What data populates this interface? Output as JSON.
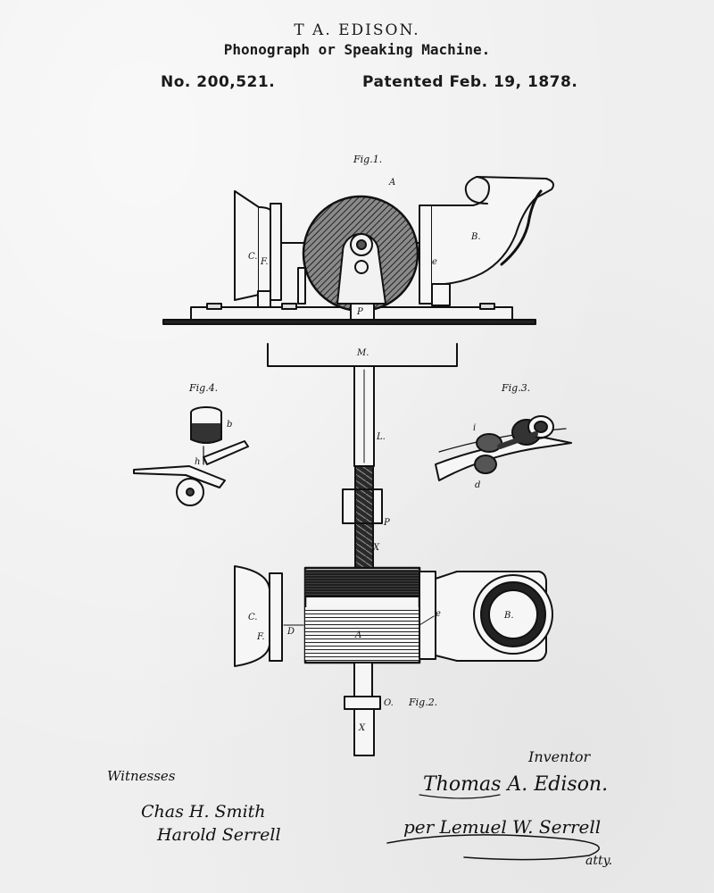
{
  "header": {
    "inventor": "T A. EDISON.",
    "title": "Phonograph or Speaking Machine.",
    "number": "No. 200,521.",
    "date": "Patented Feb. 19, 1878."
  },
  "figures": {
    "fig1": "Fig.1.",
    "fig2": "Fig.2.",
    "fig3": "Fig.3.",
    "fig4": "Fig.4."
  },
  "labels": {
    "A": "A",
    "B": "B.",
    "C": "C.",
    "F": "F.",
    "P": "P",
    "M": "M.",
    "L": "L.",
    "X": "X",
    "O": "O.",
    "D": "D",
    "b": "b",
    "d": "d",
    "e": "e",
    "i": "i",
    "h": "h"
  },
  "signatures": {
    "witnesses_label": "Witnesses",
    "witness1": "Chas H. Smith",
    "witness2": "Harold Serrell",
    "inventor_label": "Inventor",
    "inventor_sig": "Thomas A. Edison.",
    "attorney": "per Lemuel W. Serrell",
    "atty": "atty."
  }
}
